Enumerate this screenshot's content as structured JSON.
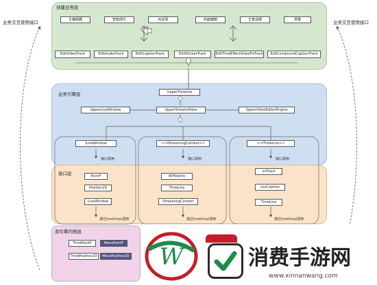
{
  "side_labels": {
    "left": "业务交互使用接口",
    "right": "业务交互使用接口"
  },
  "creation_layer": {
    "title": "创建业务层",
    "tabs": [
      "主编辑器",
      "智能成片",
      "AI创事",
      "封面编辑",
      "王者战报",
      "草稿"
    ],
    "tracks": [
      "EditVideoTrack",
      "EditAudioTrack",
      "EditCaptionTrack",
      "EditStickerTrack",
      "EditTimeEffectVideoFxTrack",
      "EditCompoundCaptionTrack"
    ]
  },
  "engine_layer": {
    "title": "业务引擎层",
    "upper_timeline": "UpperTimeline",
    "upper_live_window": "UpperLiveWindow",
    "upper_stream_video": "UpperStreamVideo",
    "upper_video_editor_engine": "UpperVideoEditorEngine",
    "ilive_window": "ILiveWindow",
    "istreaming_context": "<<IStreamingContext>>",
    "itimeline": "<<ITimeLine>>"
  },
  "interface_layer": {
    "title": "接口层",
    "call_notes": [
      "接口调用",
      "接口调用",
      "接口调用"
    ],
    "col1": [
      "PointF",
      "Position2D",
      "LiveWindow"
    ],
    "col2": [
      "AVFileInfo",
      "TimeLine",
      "StreamingContext"
    ],
    "col3": [
      "xxTrack",
      "xxxCaption",
      "TimeLine"
    ],
    "impl_notes": [
      "通过hookImpl调用",
      "通过hookImpl调用",
      "通过hookImpl调用"
    ]
  },
  "dual_core_layer": {
    "title": "双引擎内核层",
    "items": [
      "ThirdPointF",
      "MeosPointF",
      "ThirdPosition2D",
      "MeosPosition2D"
    ]
  },
  "watermark": {
    "text": "消费手游网",
    "url": "www.xinnanwang.com",
    "logo_letter": "W"
  }
}
